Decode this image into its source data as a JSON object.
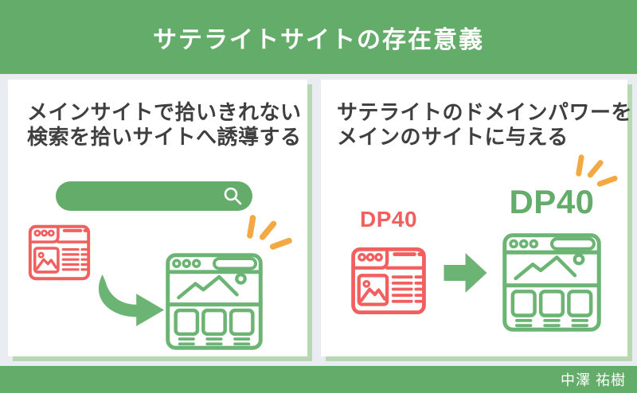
{
  "header": {
    "title": "サテライトサイトの存在意義"
  },
  "panels": {
    "left": {
      "heading": {
        "line1": "メインサイトで拾いきれない",
        "line2": "検索を拾いサイトへ誘導する"
      }
    },
    "right": {
      "heading": {
        "line1": "サテライトのドメインパワーを",
        "line2": "メインのサイトに与える"
      },
      "satellite_dp": "DP40",
      "main_dp": "DP40"
    }
  },
  "footer": {
    "author": "中澤 祐樹"
  },
  "icons": {
    "search_icon": "magnifying-glass",
    "satellite_site_icon": "red-browser-window-wireframe",
    "main_site_icon": "green-browser-window-wireframe",
    "curved_arrow_icon": "green-curved-swoosh-arrow",
    "transfer_arrow_icon": "green-block-arrow-right",
    "sparkle_icon": "orange-emphasis-rays"
  },
  "colors": {
    "green": "#64ac6a",
    "icon_green": "#6cb473",
    "red": "#f25f5f",
    "orange": "#f2a942",
    "background": "#e9edf2",
    "panel_shadow": "#b8d7b3",
    "text": "#3f3f3f",
    "white": "#ffffff"
  }
}
